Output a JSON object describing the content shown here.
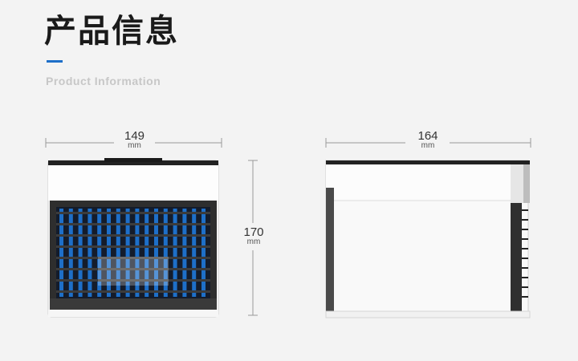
{
  "header": {
    "title": "产品信息",
    "subtitle": "Product Information",
    "accent_color": "#1e6fc8"
  },
  "front_view": {
    "width": {
      "value": "149",
      "unit": "mm"
    },
    "height": {
      "value": "170",
      "unit": "mm"
    }
  },
  "side_view": {
    "width": {
      "value": "164",
      "unit": "mm"
    }
  }
}
